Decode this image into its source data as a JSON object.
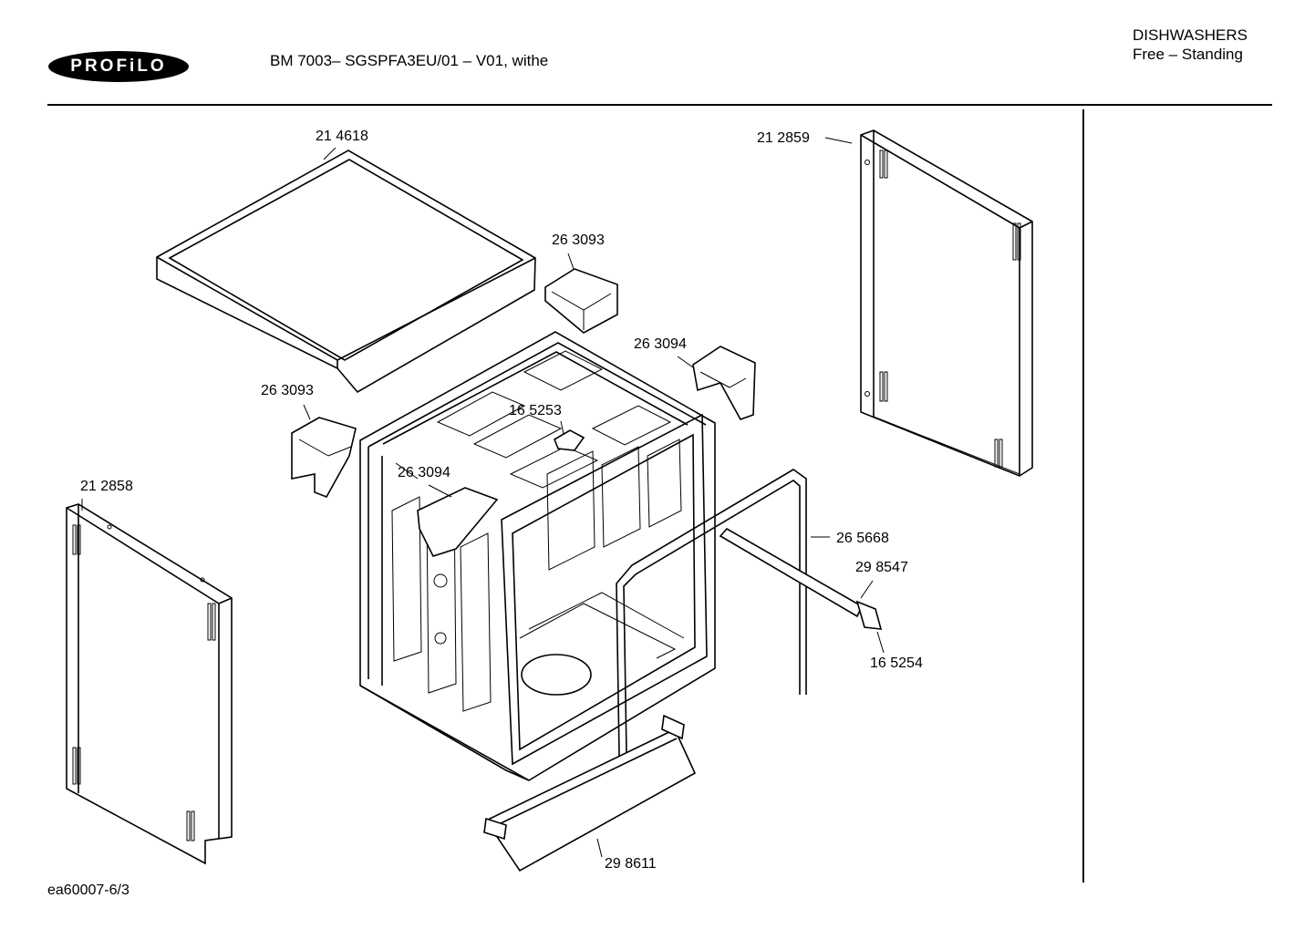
{
  "header": {
    "brand": "PROFiLO",
    "model": "BM 7003– SGSPFA3EU/01 – V01, withe",
    "category_line1": "DISHWASHERS",
    "category_line2": "Free – Standing"
  },
  "footer": {
    "code": "ea60007-6/3"
  },
  "parts": {
    "top_cover": "21 4618",
    "side_panel_right": "21 2859",
    "bracket_top_right": "26 3093",
    "bracket_right": "26 3094",
    "bracket_left": "26 3093",
    "clip_center": "16 5253",
    "bracket_inner": "26 3094",
    "side_panel_left": "21 2858",
    "door_seal": "26 5668",
    "hinge_bar": "29 8547",
    "hinge_cap": "16 5254",
    "base_strip": "29 8611"
  }
}
